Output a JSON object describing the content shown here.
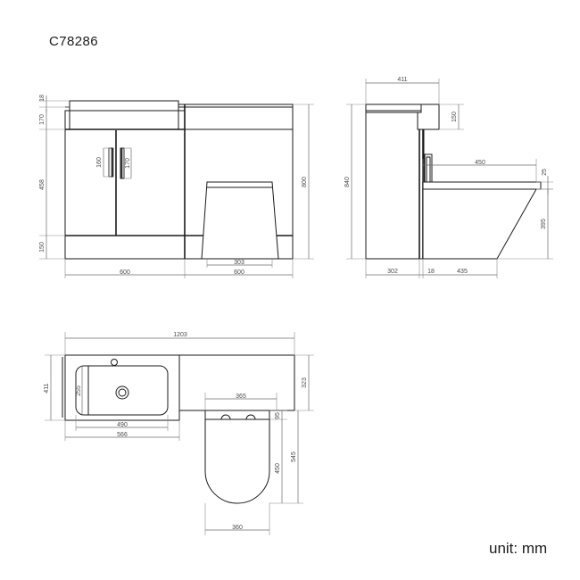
{
  "document": {
    "title_code": "C78286",
    "unit_label": "unit: mm",
    "background_color": "#ffffff",
    "line_color": "#1a1a1a",
    "dimension_color": "#6b6b6b"
  },
  "views": {
    "front": {
      "name": "front-elevation",
      "dimensions": {
        "worktop_thickness": "18",
        "basin_height": "170",
        "door_height": "458",
        "plinth_height": "150",
        "handle_left": "160",
        "handle_right": "170",
        "cabinet_width": "600",
        "toilet_pan_width": "303",
        "toilet_unit_width": "600",
        "overall_height": "800"
      }
    },
    "side": {
      "name": "side-elevation",
      "dimensions": {
        "top_depth": "411",
        "basin_projection": "150",
        "overall_height": "840",
        "toilet_seat_length": "450",
        "seat_thickness": "25",
        "pan_height": "395",
        "cabinet_depth": "302",
        "door_thickness": "18",
        "toilet_depth": "435"
      }
    },
    "plan": {
      "name": "plan-view",
      "dimensions": {
        "overall_width": "1203",
        "cabinet_depth": "411",
        "basin_inner_depth": "255",
        "basin_inner_width": "490",
        "basin_outer_width": "566",
        "toilet_unit_depth": "323",
        "cistern_width": "365",
        "seat_gap": "95",
        "seat_length": "450",
        "toilet_total_length": "545",
        "pan_width": "360"
      }
    }
  }
}
